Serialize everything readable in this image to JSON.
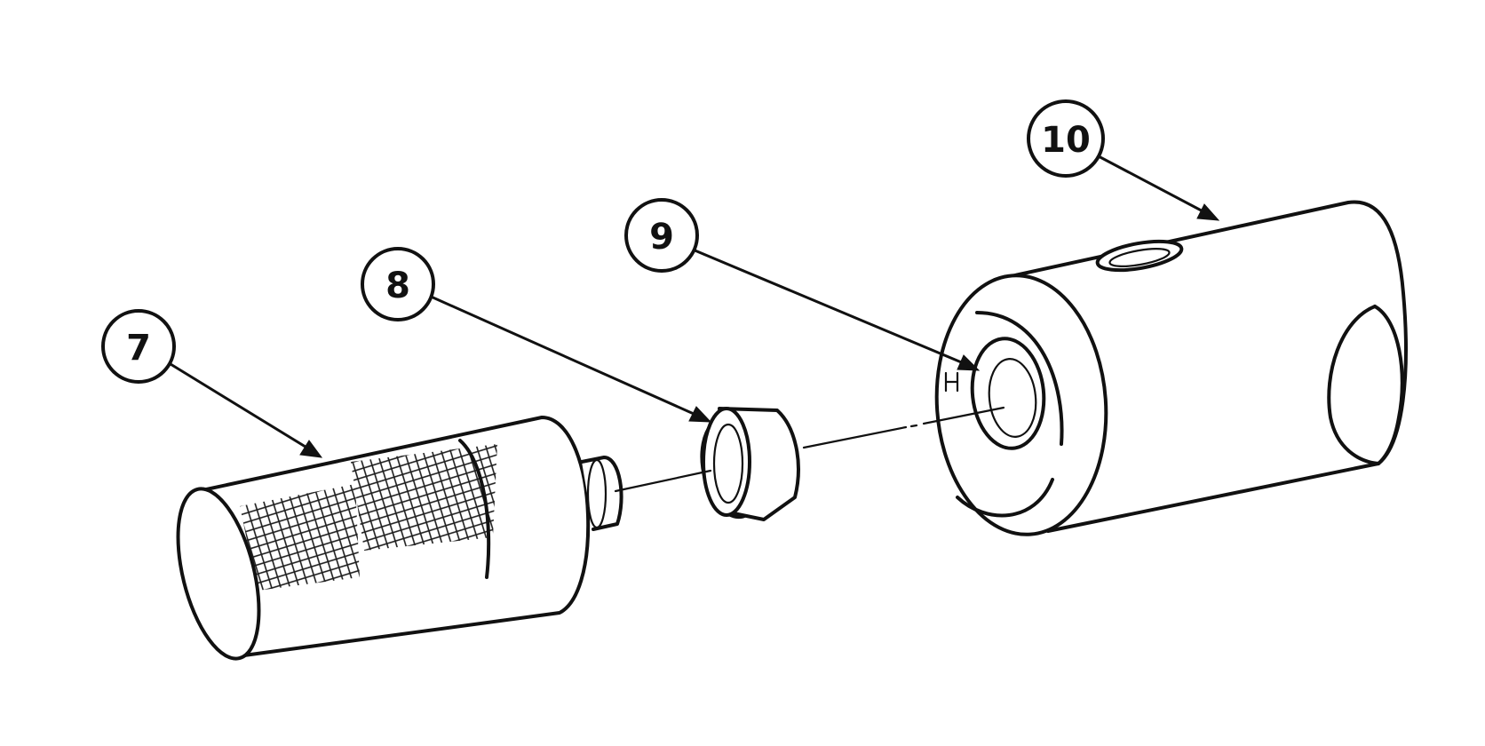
{
  "callouts": [
    {
      "label": "7",
      "part": "strainer-screen"
    },
    {
      "label": "8",
      "part": "tapered-seal"
    },
    {
      "label": "9",
      "part": "retaining-ring"
    },
    {
      "label": "10",
      "part": "housing"
    }
  ],
  "colors": {
    "ink": "#111111",
    "background": "#ffffff"
  }
}
